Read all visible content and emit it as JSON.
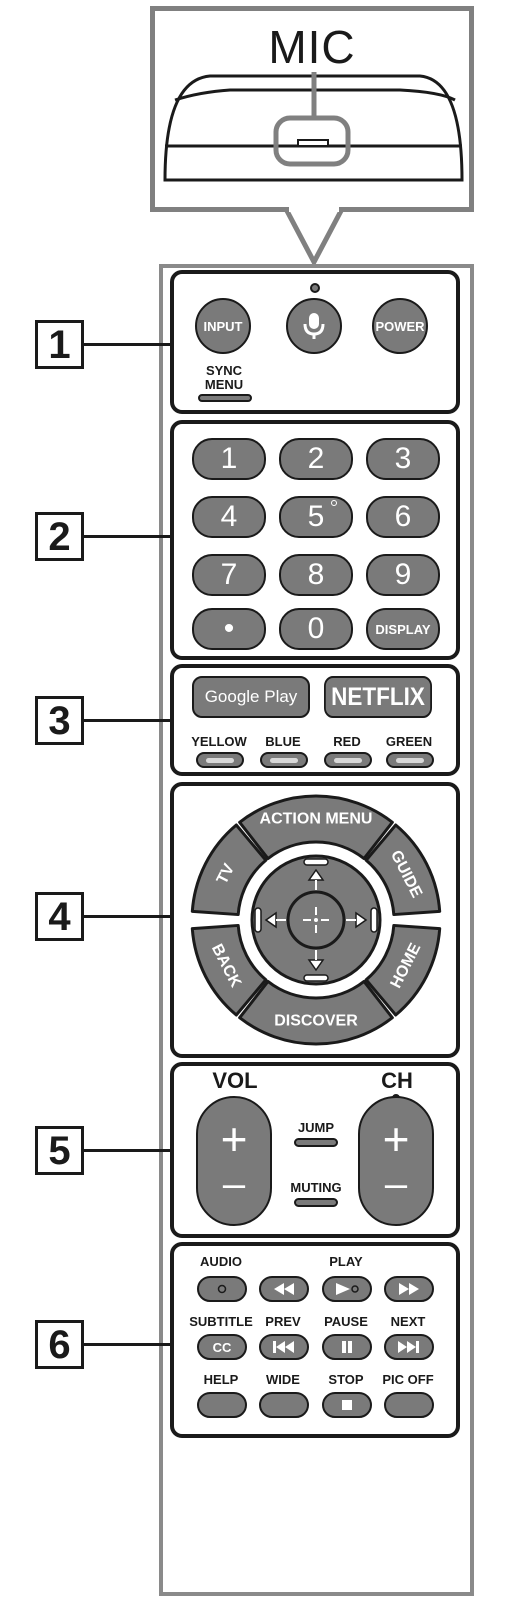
{
  "mic": {
    "title": "MIC"
  },
  "callouts": [
    "1",
    "2",
    "3",
    "4",
    "5",
    "6"
  ],
  "section1": {
    "input": "INPUT",
    "power": "POWER",
    "sync_menu": [
      "SYNC",
      "MENU"
    ],
    "mic_button_icon": "microphone-icon"
  },
  "section2": {
    "keys": [
      "1",
      "2",
      "3",
      "4",
      "5",
      "6",
      "7",
      "8",
      "9",
      "•",
      "0",
      "DISPLAY"
    ]
  },
  "section3": {
    "google_play": "Google Play",
    "netflix": "NETFLIX",
    "color_keys": [
      "YELLOW",
      "BLUE",
      "RED",
      "GREEN"
    ]
  },
  "section4": {
    "ring": [
      "ACTION MENU",
      "GUIDE",
      "HOME",
      "DISCOVER",
      "BACK",
      "TV"
    ]
  },
  "section5": {
    "vol": "VOL",
    "ch": "CH",
    "jump": "JUMP",
    "muting": "MUTING",
    "plus": "+",
    "minus": "–"
  },
  "section6": {
    "row1_labels": [
      "AUDIO",
      "",
      "PLAY",
      ""
    ],
    "row2_labels": [
      "SUBTITLE",
      "PREV",
      "PAUSE",
      "NEXT"
    ],
    "row3_labels": [
      "HELP",
      "WIDE",
      "STOP",
      "PIC OFF"
    ],
    "cc": "CC"
  }
}
